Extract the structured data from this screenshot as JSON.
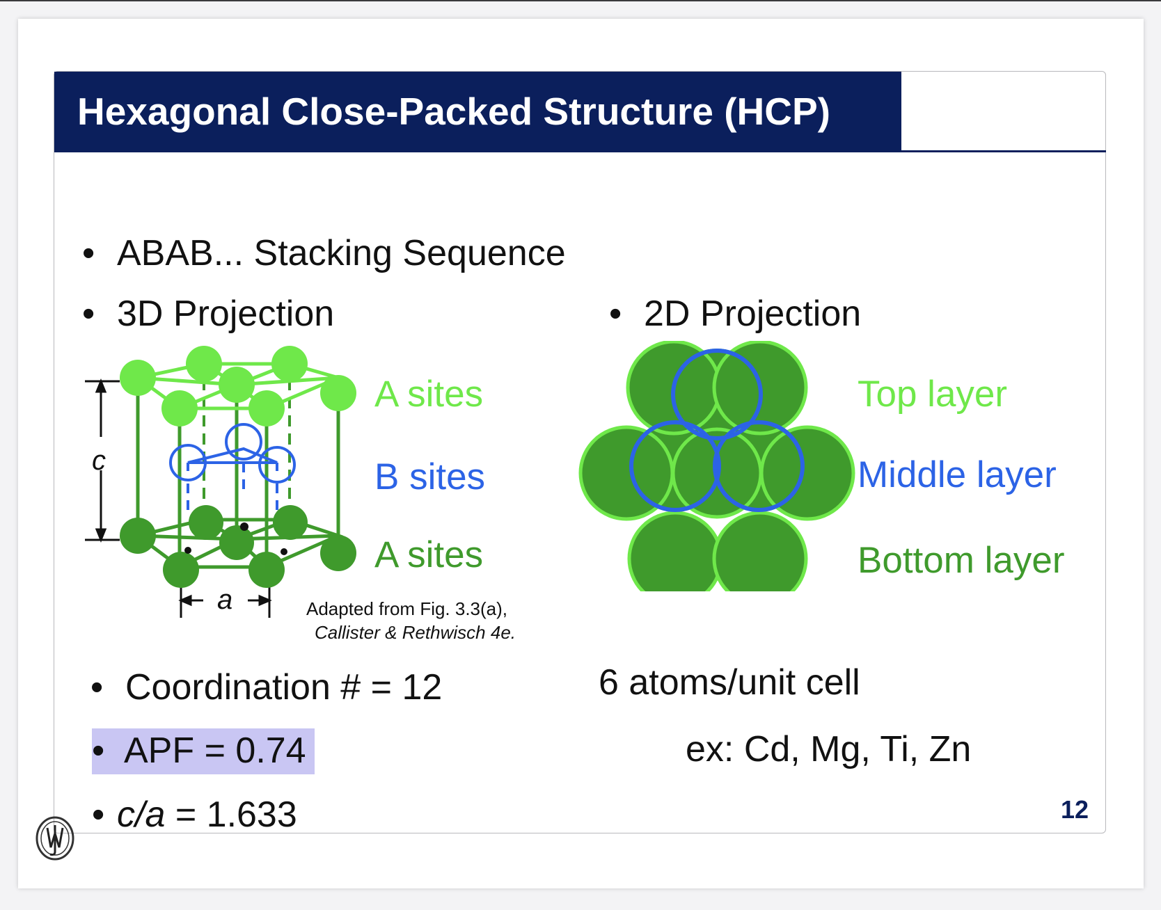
{
  "slide": {
    "title": "Hexagonal Close-Packed Structure (HCP)",
    "page_number": "12",
    "colors": {
      "title_bar": "#0b1f5c",
      "light_green": "#6fe84a",
      "dark_green": "#3f9a2c",
      "blue": "#2c63e6",
      "highlight": "#c9c6f3"
    }
  },
  "bullets": {
    "stacking": "ABAB... Stacking Sequence",
    "projection_3d": "3D Projection",
    "projection_2d": "2D Projection",
    "coordination": "Coordination # = 12",
    "apf": "APF = 0.74",
    "ca_italic": "c/a",
    "ca_value": "= 1.633",
    "bullet_glyph": "•"
  },
  "figure_3d": {
    "top_label": "A sites",
    "middle_label": "B sites",
    "bottom_label": "A sites",
    "c_label": "c",
    "a_label": "a",
    "caption_line1": "Adapted from Fig. 3.3(a),",
    "caption_line2": "Callister & Rethwisch 4e."
  },
  "figure_2d": {
    "top_label": "Top  layer",
    "middle_label": "Middle layer",
    "bottom_label": "Bottom layer"
  },
  "right_notes": {
    "atoms_per_cell": "6 atoms/unit cell",
    "examples": "ex: Cd, Mg, Ti, Zn"
  },
  "logo_icon": "publisher-seal-icon"
}
